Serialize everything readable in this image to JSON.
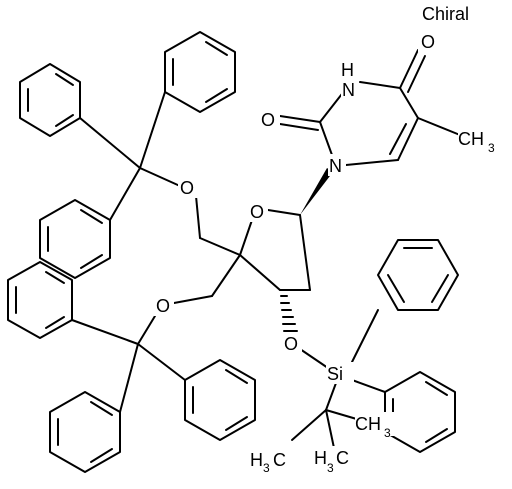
{
  "structure": {
    "chiral_label": "Chiral",
    "atom_labels": {
      "o_carbonyl_top": "O",
      "nh": "H",
      "n_imide": "N",
      "o_carbonyl_left": "O",
      "n_glycosidic": "N",
      "o_ring": "O",
      "o_trityl_upper": "O",
      "o_trityl_lower": "O",
      "o_silyl": "O",
      "si": "Si",
      "methyl_c": "CH",
      "methyl_sub": "3",
      "tbu_right_c": "CH",
      "tbu_right_sub": "3",
      "tbu_left_h": "H",
      "tbu_left_sub": "3",
      "tbu_left_c": "C",
      "tbu_bottom_h": "H",
      "tbu_bottom_sub": "3",
      "tbu_bottom_c": "C"
    }
  }
}
